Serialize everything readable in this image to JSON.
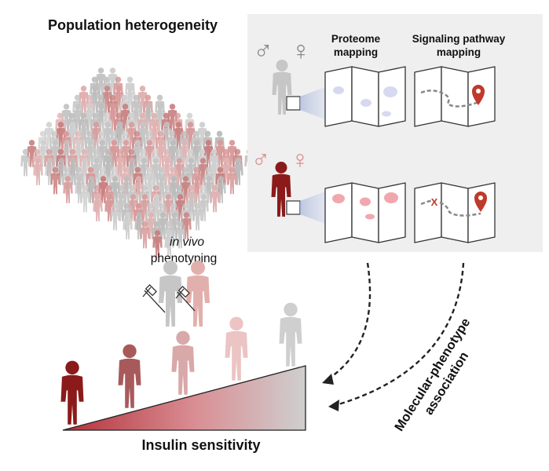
{
  "labels": {
    "population_title": "Population heterogeneity",
    "proteome_line1": "Proteome",
    "proteome_line2": "mapping",
    "signaling_line1": "Signaling pathway",
    "signaling_line2": "mapping",
    "invivo_italic": "in vivo",
    "phenotyping": "phenotyping",
    "association_line1": "Molecular-phenotype",
    "association_line2": "association",
    "insulin_sensitivity": "Insulin sensitivity",
    "x_mark": "X"
  },
  "symbols": {
    "male": "♂",
    "female": "♀"
  },
  "colors": {
    "dark_red": "#8b1a1a",
    "mid_red": "#c76a6a",
    "light_red": "#e8b4b4",
    "person_gray": "#c6c6c6",
    "panel_bg": "#efefef",
    "blob_lavender": "#d7d9f0",
    "blob_pink": "#f0a8ae",
    "pin_red": "#c0392b",
    "text": "#111111"
  },
  "icons": [
    "male-symbol-icon",
    "female-symbol-icon",
    "person-icon",
    "map-icon",
    "location-pin-icon",
    "syringe-icon"
  ]
}
